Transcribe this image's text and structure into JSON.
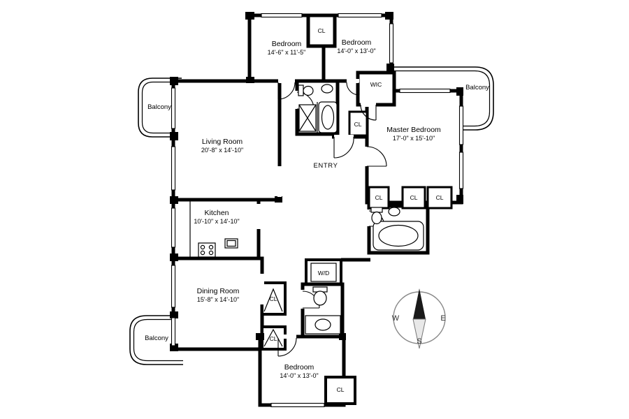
{
  "plan": {
    "rooms": {
      "bedroom_top_left": {
        "label": "Bedroom",
        "dims": "14'-6\" x 11'-5\""
      },
      "bedroom_top_right": {
        "label": "Bedroom",
        "dims": "14'-0\" x 13'-0\""
      },
      "living_room": {
        "label": "Living Room",
        "dims": "20'-8\" x 14'-10\""
      },
      "master_bedroom": {
        "label": "Master Bedroom",
        "dims": "17'-0\" x 15'-10\""
      },
      "kitchen": {
        "label": "Kitchen",
        "dims": "10'-10\" x 14'-10\""
      },
      "dining_room": {
        "label": "Dining Room",
        "dims": "15'-8\" x 14'-10\""
      },
      "bedroom_bottom": {
        "label": "Bedroom",
        "dims": "14'-0\" x 13'-0\""
      },
      "entry": {
        "label": "ENTRY"
      },
      "wic": {
        "label": "WIC"
      },
      "wd": {
        "label": "W/D"
      }
    },
    "balcony_label": "Balcony",
    "closet_label": "CL",
    "compass": {
      "west": "W",
      "east": "E",
      "south": "S"
    }
  },
  "colors": {
    "wall": "#000000",
    "compass_ring": "#888888",
    "needle_north": "#1a1a1a",
    "needle_south": "#e8e8e8"
  }
}
